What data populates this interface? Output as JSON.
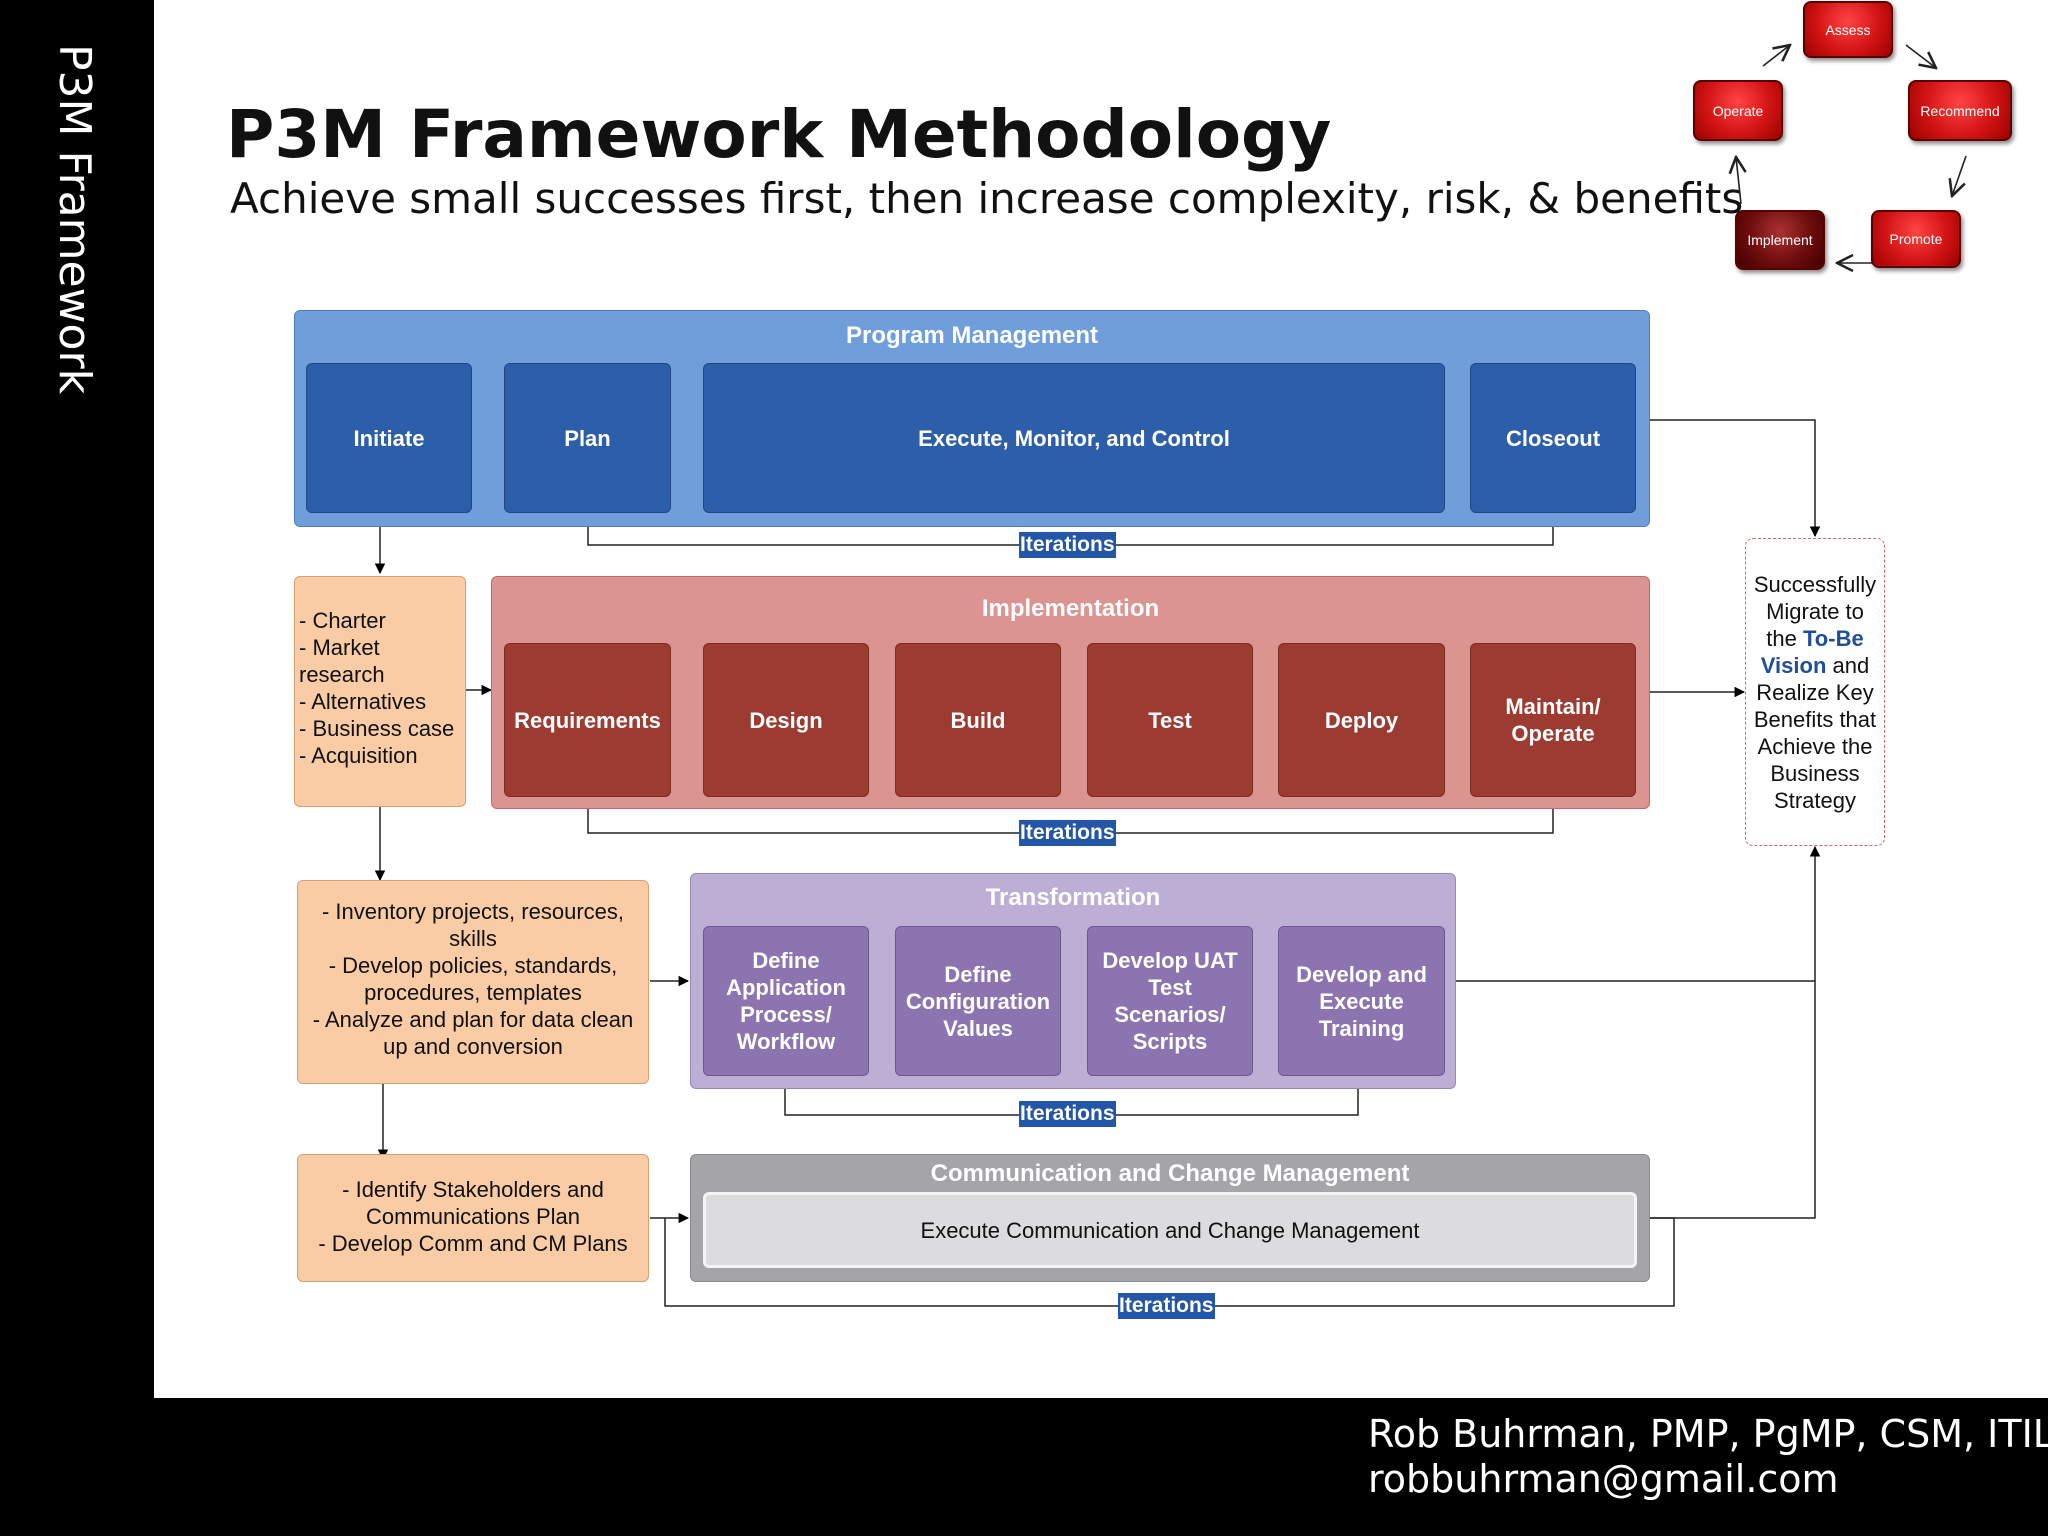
{
  "sidebar": {
    "text": "P3M Framework"
  },
  "header": {
    "title": "P3M Framework Methodology",
    "subtitle": "Achieve small successes first, then increase complexity, risk, & benefits"
  },
  "cycle": {
    "assess": "Assess",
    "recommend": "Recommend",
    "promote": "Promote",
    "implement": "Implement",
    "operate": "Operate"
  },
  "program_management": {
    "title": "Program Management",
    "steps": [
      "Initiate",
      "Plan",
      "Execute, Monitor, and Control",
      "Closeout"
    ],
    "iterations": "Iterations"
  },
  "implementation": {
    "title": "Implementation",
    "steps": [
      "Requirements",
      "Design",
      "Build",
      "Test",
      "Deploy",
      "Maintain/ Operate"
    ],
    "iterations": "Iterations"
  },
  "transformation": {
    "title": "Transformation",
    "steps": [
      "Define Application Process/ Workflow",
      "Define Configuration Values",
      "Develop UAT Test Scenarios/ Scripts",
      "Develop and Execute Training"
    ],
    "iterations": "Iterations"
  },
  "communication": {
    "title": "Communication and Change Management",
    "inner": "Execute Communication and Change Management",
    "iterations": "Iterations"
  },
  "notes": {
    "charter": [
      "- Charter",
      "- Market research",
      "- Alternatives",
      "- Business case",
      "- Acquisition"
    ],
    "inventory": [
      "- Inventory projects, resources, skills",
      "- Develop policies, standards, procedures, templates",
      "- Analyze and plan for data clean up and conversion"
    ],
    "stakeholders": [
      "- Identify Stakeholders and Communications Plan",
      "- Develop Comm and CM Plans"
    ]
  },
  "outcome": {
    "before": "Successfully Migrate to the",
    "highlight": "To-Be Vision",
    "after": "and Realize Key Benefits that Achieve the Business Strategy"
  },
  "footer": {
    "name": "Rob Buhrman, PMP, PgMP, CSM, ITIL",
    "email": "robbuhrman@gmail.com"
  },
  "colors": {
    "program_container": "#6f9edb",
    "program_box": "#2d5ea9",
    "implementation_container": "#dc9491",
    "implementation_box": "#9b3b32",
    "transformation_container": "#bcaed4",
    "transformation_box": "#8c74b0",
    "note": "#f9cca6",
    "iterations_label": "#2356a6",
    "highlight_text": "#1f4e9a"
  }
}
